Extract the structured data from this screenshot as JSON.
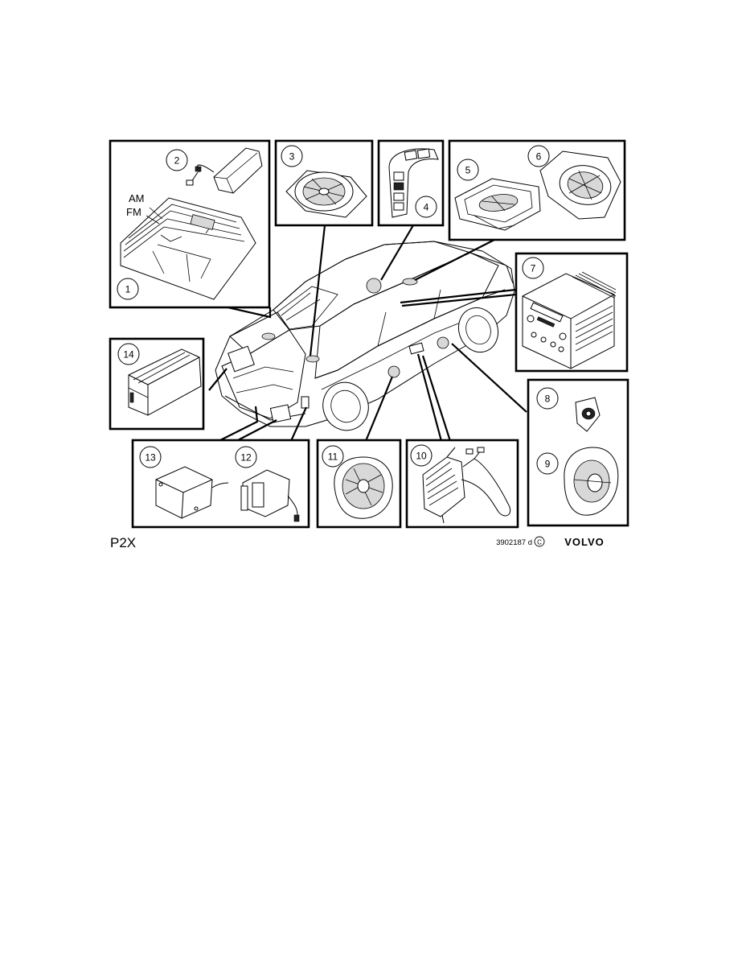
{
  "diagram": {
    "model_label": "P2X",
    "reference": "3902187 d",
    "brand": "VOLVO",
    "copyright_symbol": "C",
    "antenna_labels": {
      "am": "AM",
      "fm": "FM"
    },
    "callouts": [
      "1",
      "2",
      "3",
      "4",
      "5",
      "6",
      "7",
      "8",
      "9",
      "10",
      "11",
      "12",
      "13",
      "14"
    ]
  }
}
